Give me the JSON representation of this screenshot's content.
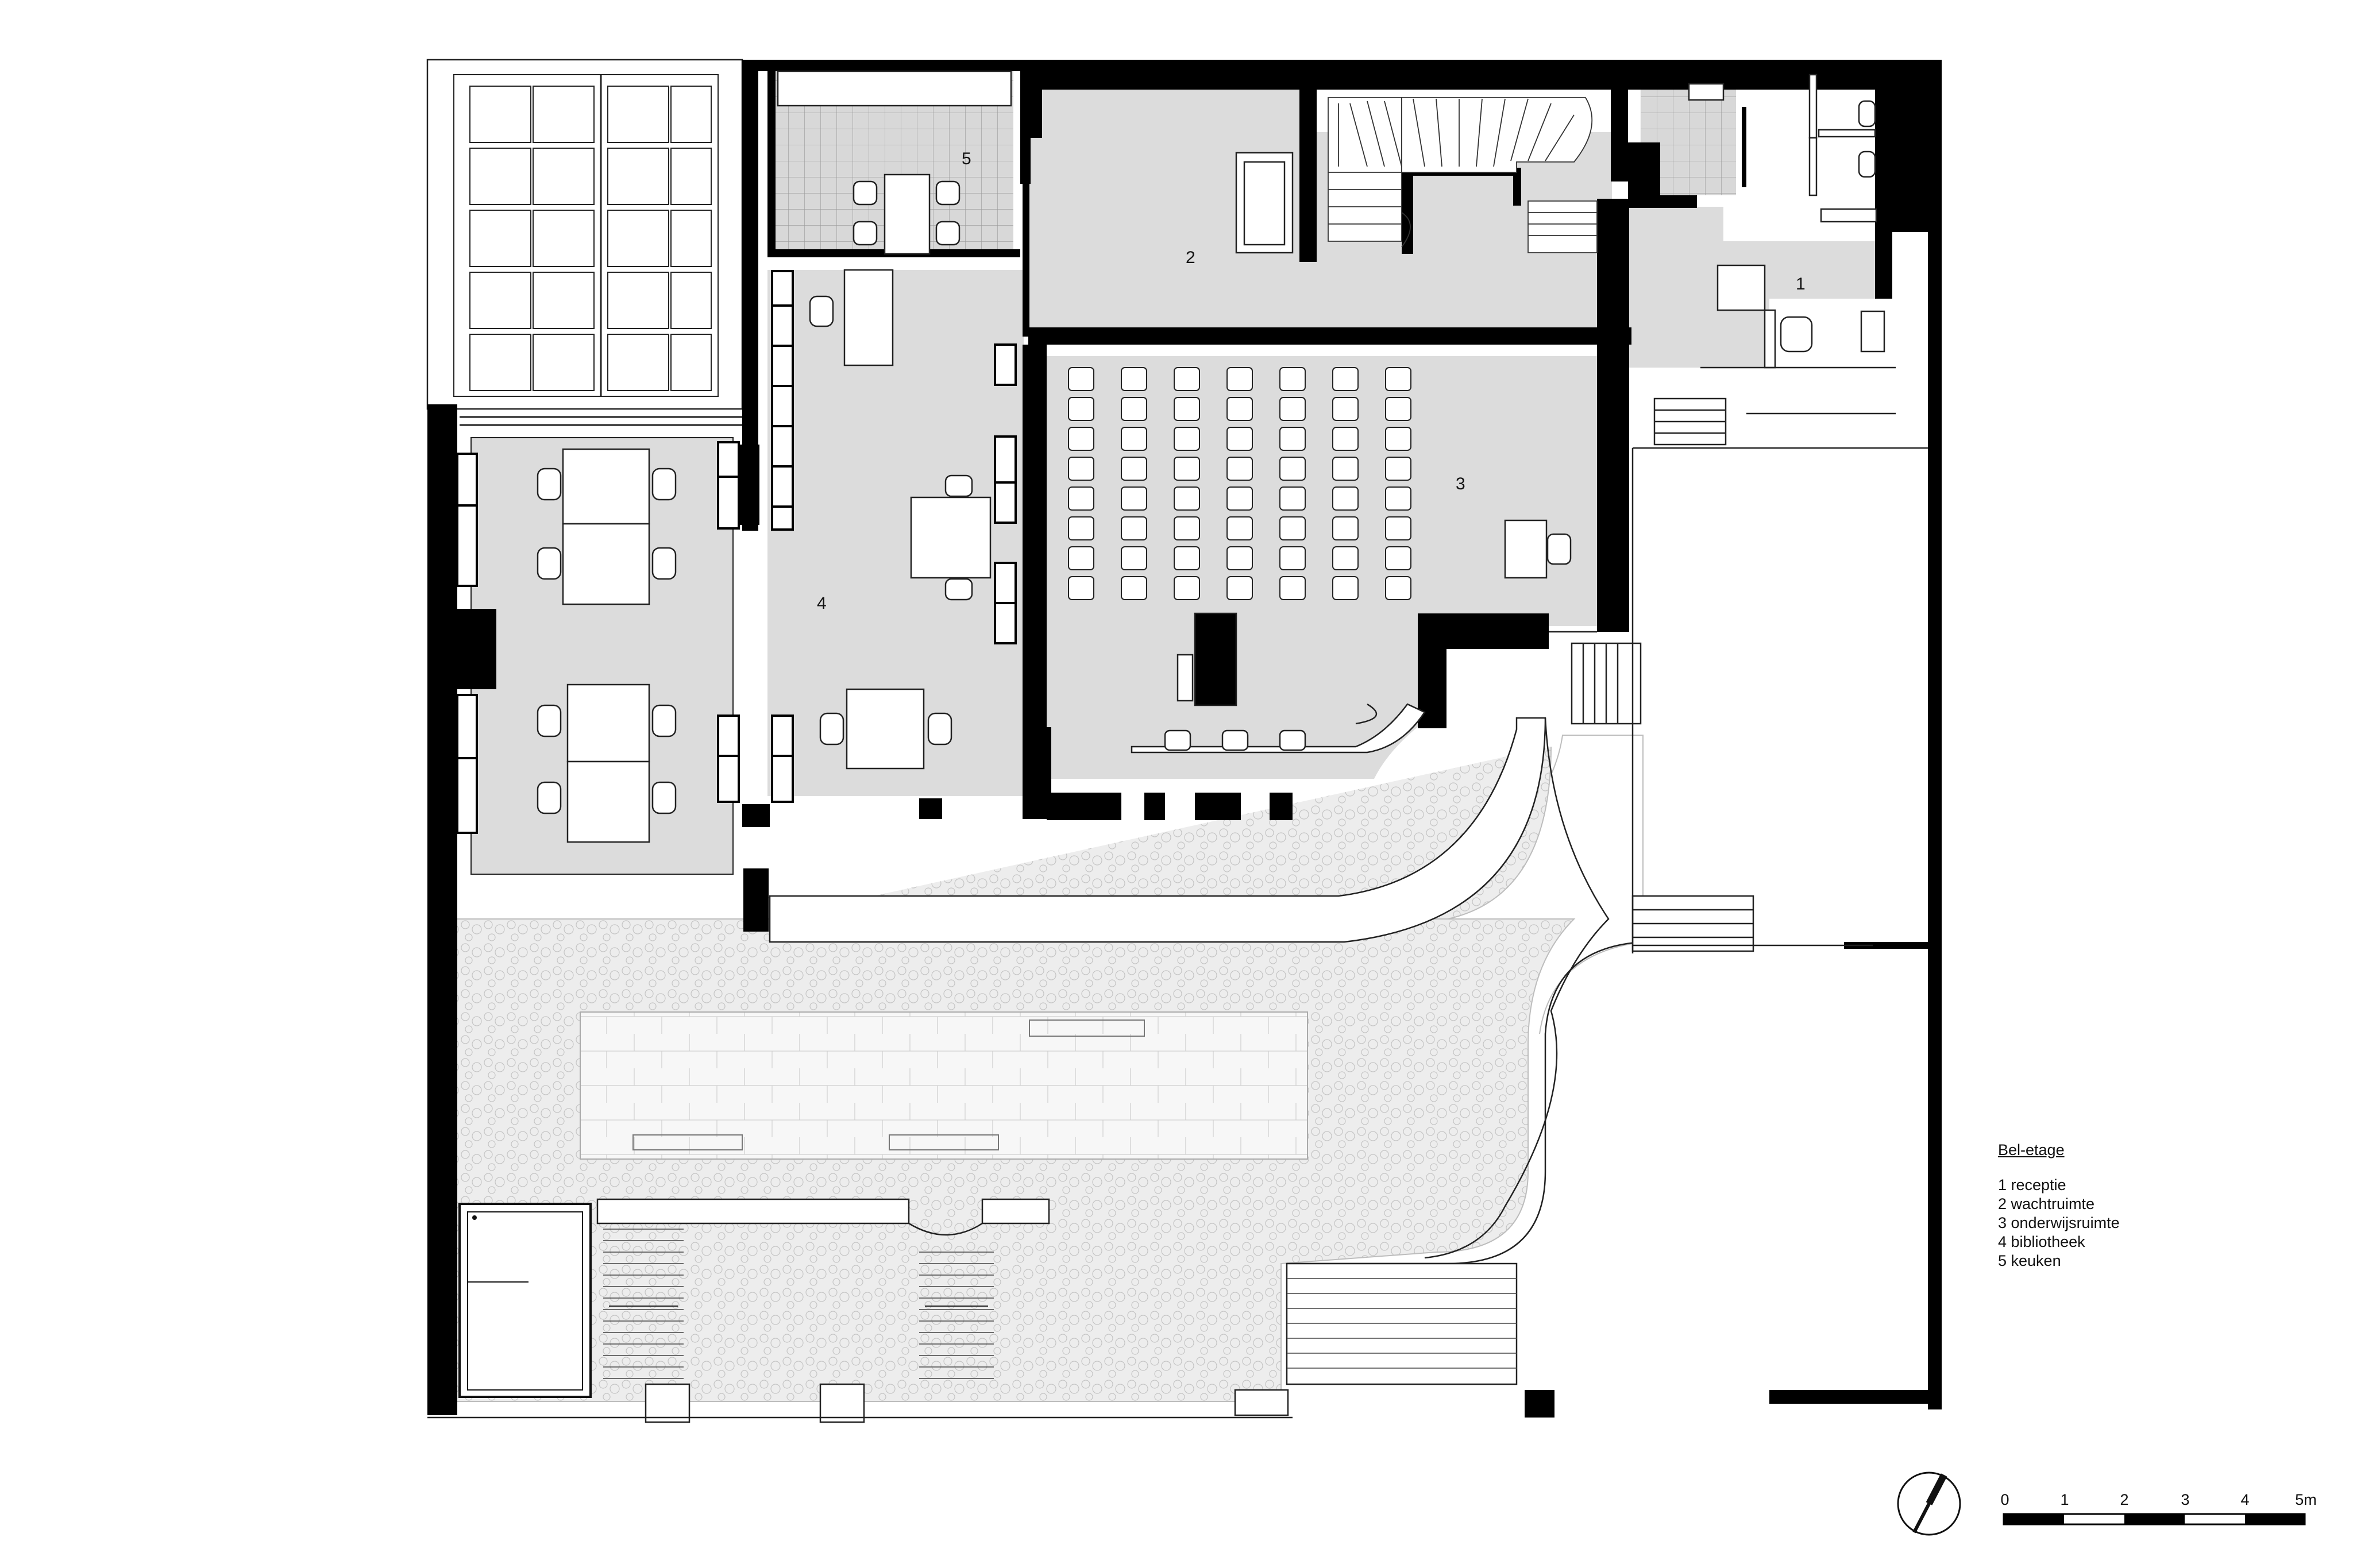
{
  "rooms": [
    {
      "number": "1"
    },
    {
      "number": "2"
    },
    {
      "number": "3"
    },
    {
      "number": "4"
    },
    {
      "number": "5"
    }
  ],
  "legend": {
    "title": "Bel-etage",
    "items": [
      {
        "label": "1 receptie"
      },
      {
        "label": "2 wachtruimte"
      },
      {
        "label": "3 onderwijsruimte"
      },
      {
        "label": "4 bibliotheek"
      },
      {
        "label": "5 keuken"
      }
    ]
  },
  "scale_bar": {
    "ticks": [
      "0",
      "1",
      "2",
      "3",
      "4",
      "5m"
    ]
  },
  "colors": {
    "wall": "#000000",
    "room_fill": "#dcdcdc",
    "tile_fill": "#d6d6d6",
    "garden_fill": "#ececec",
    "line": "#333333"
  }
}
